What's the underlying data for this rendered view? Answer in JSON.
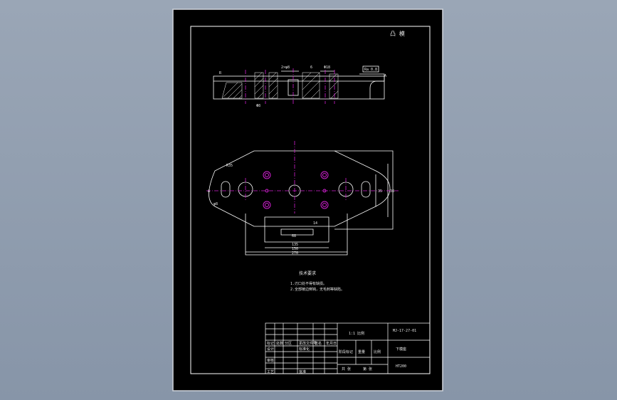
{
  "sheet": {
    "corner_label": "凸 模",
    "tech_req_title": "技术要求",
    "tech_req_lines": [
      "1.刃口处不得有缺损。",
      "2.全部棱边倒钝，无毛刺等缺陷。"
    ]
  },
  "colors": {
    "background": "#000000",
    "line": "#ffffff",
    "centerline": "#d020d0",
    "hatch": "#ffffff",
    "desktop": "#8f9bae"
  },
  "top_view_labels": {
    "dims": [
      "R",
      "2×φ8",
      "6",
      "Φ18",
      "A",
      "Ra 0.8",
      "Φ8"
    ]
  },
  "plan_view_labels": {
    "dims": [
      "R35",
      "φ8",
      "A",
      "14",
      "68",
      "135",
      "150",
      "270",
      "35",
      "38"
    ]
  },
  "title_block": {
    "scale_box": "1:1 比例",
    "drawing_no": "MJ-17-27-01",
    "part_name": "下模座",
    "material": "HT200",
    "rows": [
      [
        "标记",
        "处数",
        "分区",
        "更改文件号",
        "签名",
        "年月日"
      ],
      [
        "设计",
        "",
        "",
        "标准化",
        "",
        ""
      ],
      [
        "审核",
        "",
        "",
        "",
        "",
        ""
      ],
      [
        "工艺",
        "",
        "",
        "批准",
        "",
        ""
      ]
    ],
    "stage_labels": [
      "阶段标记",
      "重量",
      "比例"
    ],
    "sheet_labels": [
      "共 张",
      "第 张"
    ]
  }
}
